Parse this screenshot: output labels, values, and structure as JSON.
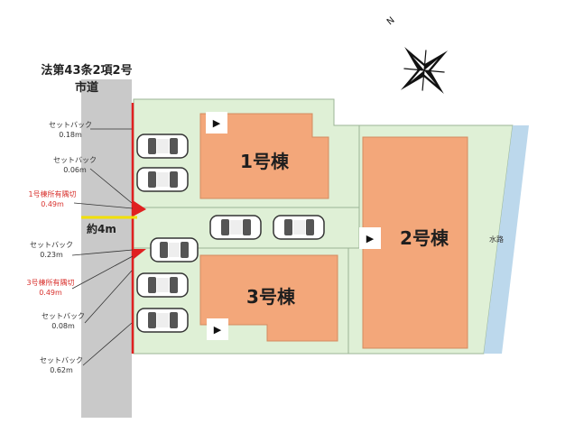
{
  "road": {
    "line1": "法第43条2項2号",
    "line2": "市道",
    "width_label": "約4m"
  },
  "compass": {
    "north_letter": "N"
  },
  "setbacks": [
    {
      "title": "セットバック",
      "value": "0.18m",
      "red": false
    },
    {
      "title": "セットバック",
      "value": "0.06m",
      "red": false
    },
    {
      "title": "1号棟所有隅切",
      "value": "0.49m",
      "red": true
    },
    {
      "title": "セットバック",
      "value": "0.23m",
      "red": false
    },
    {
      "title": "3号棟所有隅切",
      "value": "0.49m",
      "red": true
    },
    {
      "title": "セットバック",
      "value": "0.08m",
      "red": false
    },
    {
      "title": "セットバック",
      "value": "0.62m",
      "red": false
    }
  ],
  "buildings": [
    {
      "label": "1号棟"
    },
    {
      "label": "2号棟"
    },
    {
      "label": "3号棟"
    }
  ],
  "waterway": "水路",
  "entrance_glyph": "▶",
  "colors": {
    "lot": "#dff0d6",
    "lot_border": "#9bb596",
    "building": "#f3a77a",
    "road": "#c9c9c9",
    "water": "#bcd8ec",
    "setback_line": "#e02020",
    "road_width_line": "#f2e000"
  }
}
